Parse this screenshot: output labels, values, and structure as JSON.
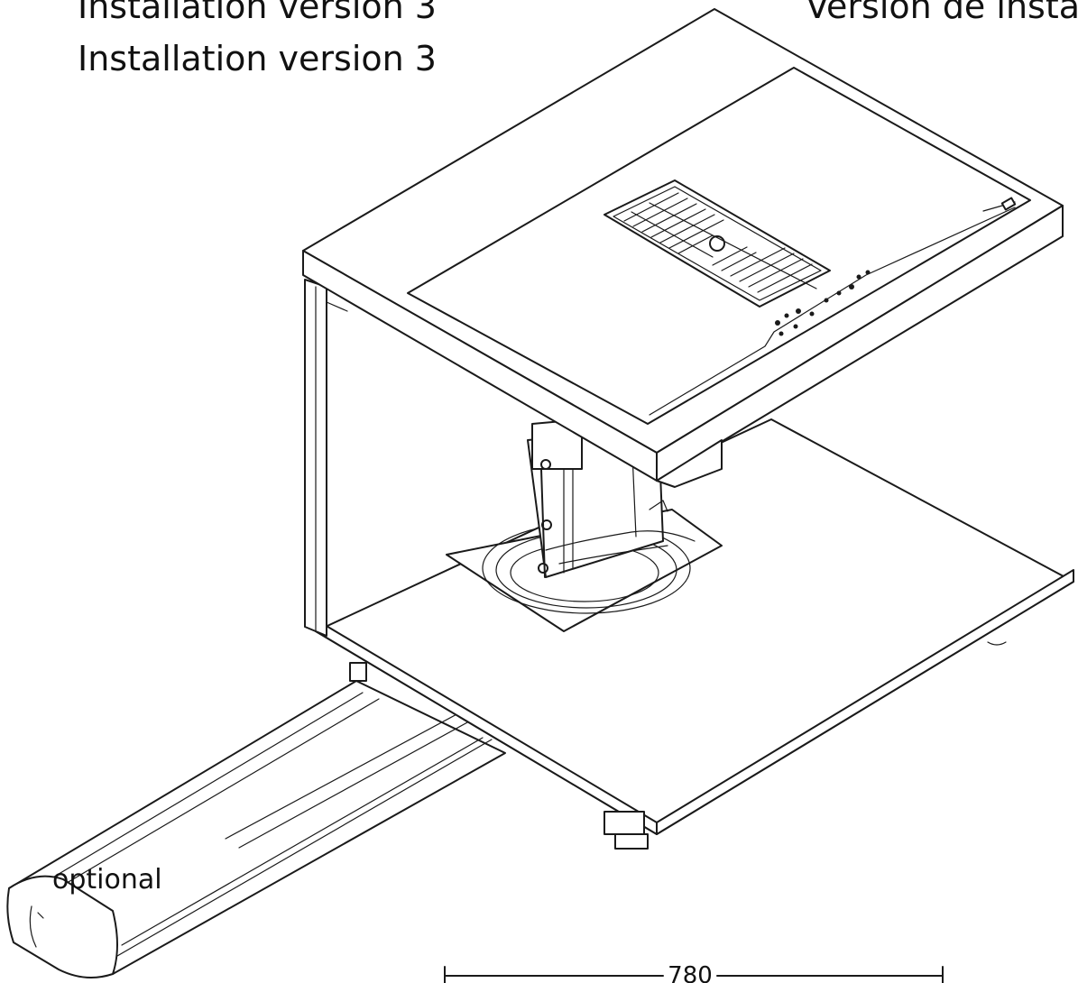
{
  "headings": {
    "line1": "Installation version 3",
    "line2": "Installation version 3",
    "right": "Version de instal"
  },
  "labels": {
    "optional": "optional",
    "dimension": "780"
  }
}
